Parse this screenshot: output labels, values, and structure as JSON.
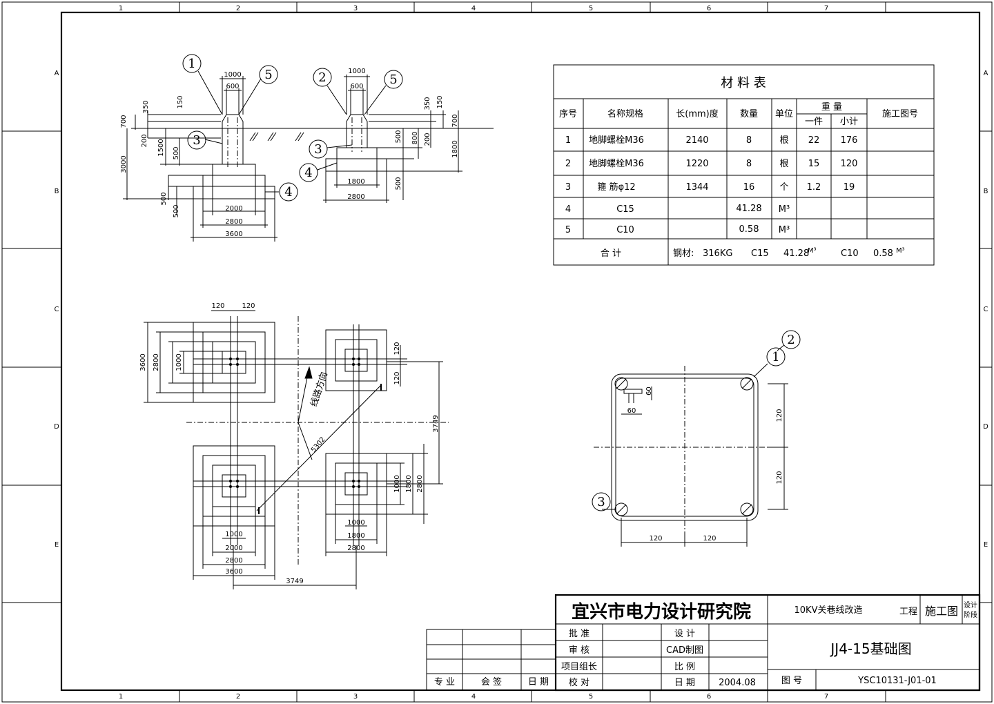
{
  "frame": {
    "col_labels": [
      "1",
      "2",
      "3",
      "4",
      "5",
      "6",
      "7"
    ],
    "row_labels": [
      "A",
      "B",
      "C",
      "D",
      "E"
    ]
  },
  "section_view": {
    "callouts": [
      "1",
      "5",
      "3",
      "4",
      "2",
      "5",
      "3",
      "4"
    ],
    "left_dims": [
      "1000",
      "600",
      "350",
      "150",
      "700",
      "200",
      "1500",
      "500",
      "3000",
      "500",
      "500",
      "2000",
      "2800",
      "3600"
    ],
    "right_dims": [
      "1000",
      "600",
      "350",
      "150",
      "500",
      "800",
      "200",
      "700",
      "1800",
      "500",
      "1800",
      "2800"
    ]
  },
  "material_table": {
    "title": "材 料 表",
    "headers": {
      "seq": "序号",
      "name": "名称规格",
      "length": "长(mm)度",
      "qty": "数量",
      "unit": "单位",
      "weight": "重  量",
      "weight_each": "一件",
      "weight_sub": "小计",
      "drawing_no": "施工图号"
    },
    "rows": [
      {
        "seq": "1",
        "name": "地脚螺栓M36",
        "length": "2140",
        "qty": "8",
        "unit": "根",
        "each": "22",
        "sub": "176"
      },
      {
        "seq": "2",
        "name": "地脚螺栓M36",
        "length": "1220",
        "qty": "8",
        "unit": "根",
        "each": "15",
        "sub": "120"
      },
      {
        "seq": "3",
        "name": "箍  筋φ12",
        "length": "1344",
        "qty": "16",
        "unit": "个",
        "each": "1.2",
        "sub": "19"
      },
      {
        "seq": "4",
        "name": "C15",
        "length": "",
        "qty": "41.28",
        "unit": "M³",
        "each": "",
        "sub": ""
      },
      {
        "seq": "5",
        "name": "C10",
        "length": "",
        "qty": "0.58",
        "unit": "M³",
        "each": "",
        "sub": ""
      }
    ],
    "total_label": "合  计",
    "total": {
      "steel_label": "钢材:",
      "steel": "316KG",
      "c15_label": "C15",
      "c15": "41.28",
      "c10_label": "C10",
      "c10": "0.58",
      "unit": "M³"
    }
  },
  "plan_view": {
    "route_label": "线路方向",
    "diag": "5302",
    "dims": [
      "120",
      "120",
      "3600",
      "2800",
      "1000",
      "120",
      "120",
      "3749",
      "1000",
      "1800",
      "2800",
      "1000",
      "2000",
      "2800",
      "3600",
      "3749",
      "1000",
      "1800",
      "2800"
    ]
  },
  "stirrup_detail": {
    "callouts": [
      "2",
      "1",
      "3"
    ],
    "dims": [
      "60",
      "60",
      "120",
      "120",
      "120",
      "120"
    ]
  },
  "title_block": {
    "company": "宜兴市电力设计研究院",
    "project": "10KV关巷线改造",
    "project_suffix": "工程",
    "stage": "施工图",
    "stage_label_1": "设计",
    "stage_label_2": "阶段",
    "drawing_title": "JJ4-15基础图",
    "rows": [
      {
        "label": "批  准",
        "label2": "设  计"
      },
      {
        "label": "审  核",
        "label2": "CAD制图"
      },
      {
        "label": "项目组长",
        "label2": "比  例"
      },
      {
        "label": "校  对",
        "label2": "日  期"
      }
    ],
    "date": "2004.08",
    "drawing_no_label": "图  号",
    "drawing_no": "YSC10131-J01-01",
    "sign_headers": [
      "专  业",
      "会  签",
      "日  期"
    ]
  }
}
